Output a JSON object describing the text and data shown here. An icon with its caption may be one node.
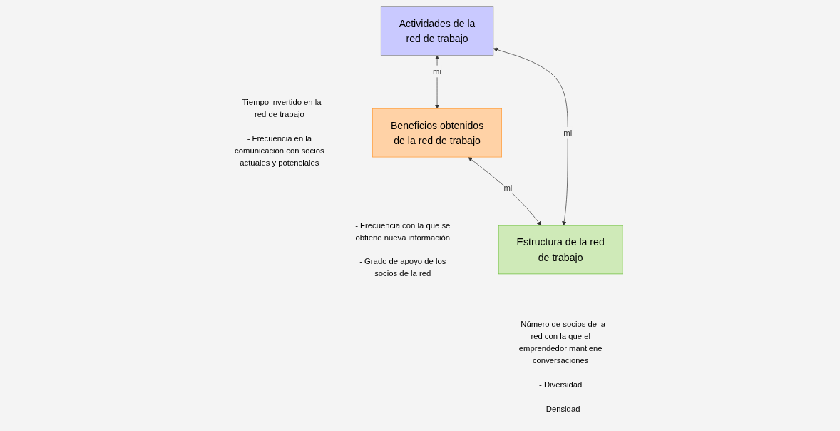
{
  "diagram": {
    "nodes": [
      {
        "text": [
          "Actividades de la red de trabajo"
        ],
        "beside": [
          "- Tiempo invertido en la red de trabajo",
          "- Frecuencia en la comunicación con socios actuales y potenciales"
        ]
      },
      {
        "text": [
          "Beneficios obtenidos de la red de trabajo"
        ],
        "beside": [
          "- Frecuencia con la que se obtiene nueva información",
          "- Grado de apoyo de los socios de la red"
        ]
      },
      {
        "text": [
          "Estructura de la red de trabajo"
        ],
        "beside": [
          "- Número de socios de la red con la que el emprendedor mantiene conversaciones",
          "- Diversidad",
          "- Densidad"
        ]
      }
    ],
    "edges": [
      {
        "from": 0,
        "to": 1,
        "arrow": "both",
        "label": "mi"
      },
      {
        "from": 0,
        "to": 2,
        "arrow": "both",
        "label": "mi"
      },
      {
        "from": 1,
        "to": 2,
        "arrow": "both",
        "label": "mi"
      }
    ]
  }
}
